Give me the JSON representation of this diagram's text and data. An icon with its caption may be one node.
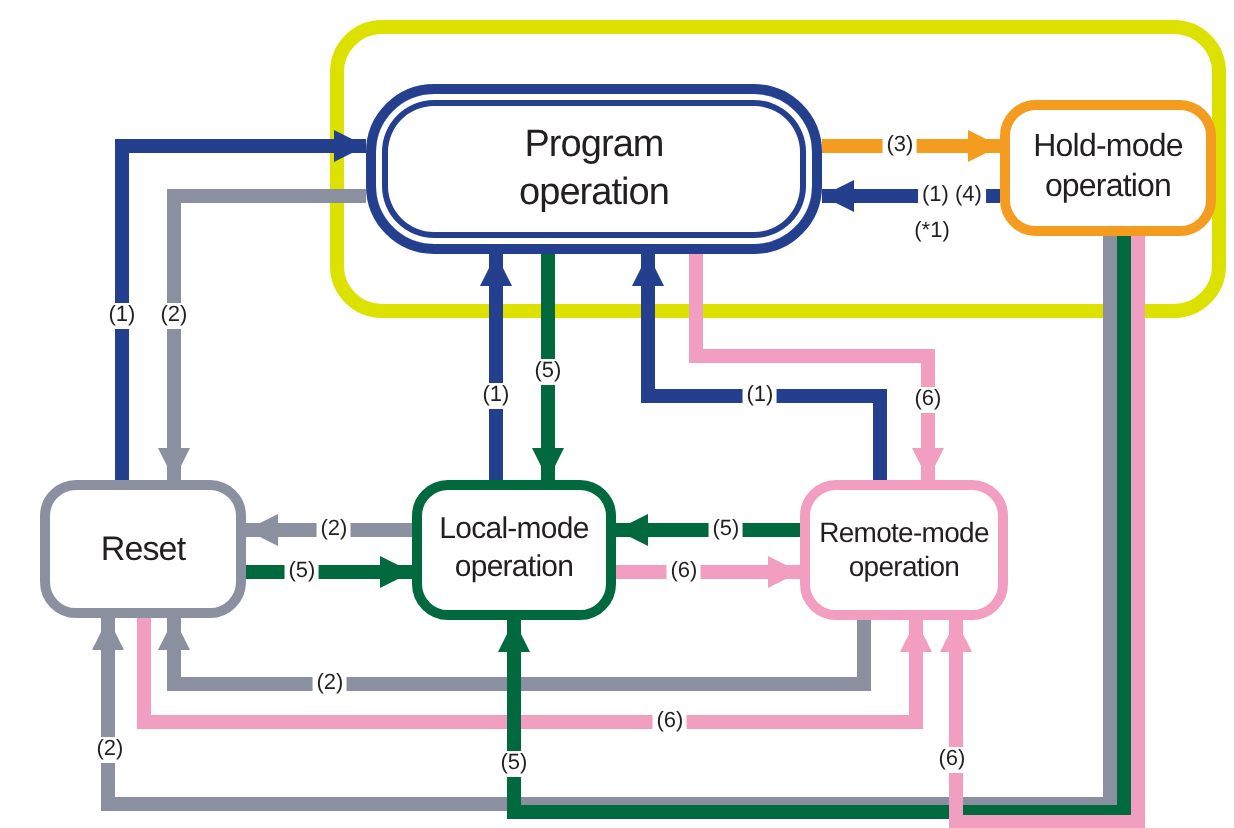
{
  "diagram": {
    "nodes": [
      {
        "text": [],
        "shape": "box"
      },
      {
        "text": [
          "Program operation"
        ],
        "in": 0
      },
      {
        "text": [
          "Hold-mode operation"
        ],
        "in": 0
      },
      {
        "text": [
          "Reset"
        ]
      },
      {
        "text": [
          "Local-mode operation"
        ]
      },
      {
        "text": [
          "Remote-mode operation"
        ]
      }
    ],
    "edges": [
      {
        "from": 3,
        "to": 1,
        "arrow": "to",
        "label": "(1)",
        "color": "#253f8f"
      },
      {
        "from": 1,
        "to": 3,
        "arrow": "to",
        "label": "(2)",
        "color": "#8a90a0"
      },
      {
        "from": 1,
        "to": 2,
        "arrow": "to",
        "label": "(3)",
        "color": "#f39c1f"
      },
      {
        "from": 2,
        "to": 1,
        "arrow": "to",
        "label": "(1) (4)",
        "color": "#253f8f"
      },
      {
        "from": 4,
        "to": 1,
        "arrow": "to",
        "label": "(1)",
        "color": "#253f8f"
      },
      {
        "from": 1,
        "to": 4,
        "arrow": "to",
        "label": "(5)",
        "color": "#00693e"
      },
      {
        "from": 5,
        "to": 1,
        "arrow": "to",
        "label": "(1)",
        "color": "#253f8f"
      },
      {
        "from": 1,
        "to": 5,
        "arrow": "to",
        "label": "(6)",
        "color": "#f19ec0"
      },
      {
        "from": 4,
        "to": 3,
        "arrow": "to",
        "label": "(2)",
        "color": "#8a90a0"
      },
      {
        "from": 3,
        "to": 4,
        "arrow": "to",
        "label": "(5)",
        "color": "#00693e"
      },
      {
        "from": 5,
        "to": 4,
        "arrow": "to",
        "label": "(5)",
        "color": "#00693e"
      },
      {
        "from": 4,
        "to": 5,
        "arrow": "to",
        "label": "(6)",
        "color": "#f19ec0"
      },
      {
        "from": 5,
        "to": 3,
        "arrow": "to",
        "label": "(2)",
        "color": "#8a90a0"
      },
      {
        "from": 3,
        "to": 5,
        "arrow": "to",
        "label": "(6)",
        "color": "#f19ec0"
      },
      {
        "from": 2,
        "to": 3,
        "arrow": "to",
        "label": "(2)",
        "color": "#8a90a0"
      },
      {
        "from": 2,
        "to": 4,
        "arrow": "to",
        "label": "(5)",
        "color": "#00693e"
      },
      {
        "from": 2,
        "to": 5,
        "arrow": "to",
        "label": "(6)",
        "color": "#f19ec0"
      }
    ],
    "labels": [
      "(*1)"
    ]
  }
}
